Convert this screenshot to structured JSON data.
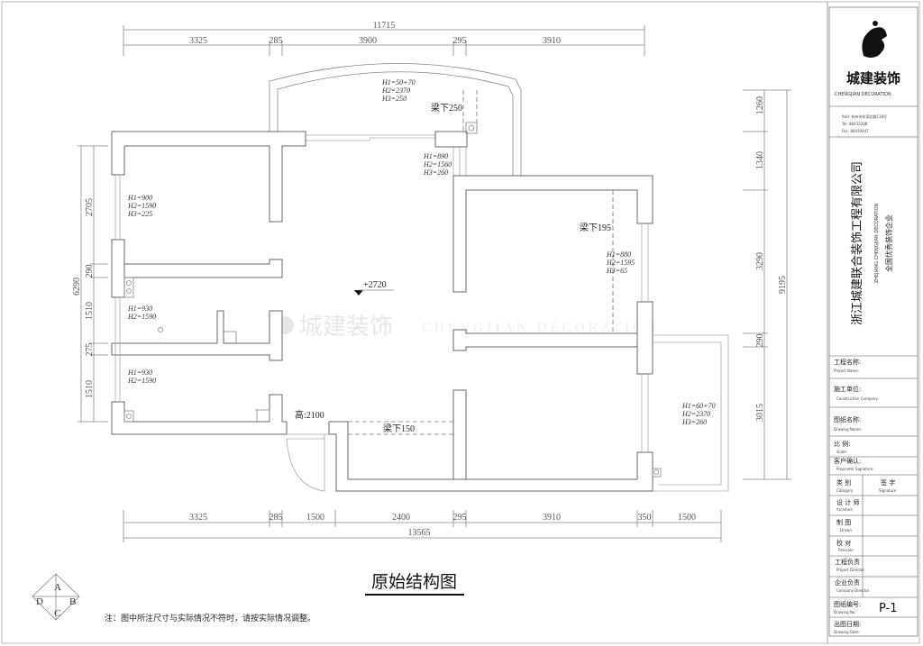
{
  "plan": {
    "title": "原始结构图",
    "note": "注：图中所注尺寸与实际情况不符时，请按实际情况调整。",
    "elevation": "+2720",
    "watermark_cn": "城建装饰",
    "watermark_en": "CHENGJIAN DECORATION",
    "compass": [
      "A",
      "B",
      "C",
      "D"
    ],
    "top_total": "11715",
    "top_dims": [
      "3325",
      "285",
      "3900",
      "295",
      "3910"
    ],
    "bottom_total": "13565",
    "bottom_dims": [
      "3325",
      "285",
      "1500",
      "2400",
      "295",
      "3910",
      "350",
      "1500"
    ],
    "right_total": "9195",
    "right_dims": [
      "1260",
      "1340",
      "3290",
      "290",
      "3015"
    ],
    "left_total": "6290",
    "left_dims": [
      "2705",
      "290",
      "1510",
      "275",
      "1510"
    ],
    "annotations": {
      "balcony_top": [
        "H1=50+70",
        "H2=2370",
        "H3=250"
      ],
      "beam250": "梁下250",
      "win_890": [
        "H1=890",
        "H2=1560",
        "H3=260"
      ],
      "win_900": [
        "H1=900",
        "H2=1590",
        "H3=225"
      ],
      "beam195": "梁下195",
      "win_880": [
        "H1=880",
        "H2=1595",
        "H3=65"
      ],
      "win_930a": [
        "H1=930",
        "H2=1590"
      ],
      "win_930b": [
        "H1=930",
        "H2=1590"
      ],
      "door_height": "高:2100",
      "beam150": "梁下150",
      "balcony_right": [
        "H1=60+70",
        "H2=2370",
        "H3=260"
      ]
    }
  },
  "title_block": {
    "logo_cn": "城建装饰",
    "logo_en": "CHENGJIAN  DECORATION",
    "add": "Add: 杭州市秋涛北路118号",
    "tel": "Tel: 86433208",
    "fax": "Fax: 86039447",
    "company": "浙江城建联合装饰工程有限公司",
    "company_en": "ZHEJIANG CHENGJIAN DECORATION",
    "slogan": "全国优秀装饰企业",
    "rows": [
      {
        "cn": "工程名称:",
        "en": "Project Name:"
      },
      {
        "cn": "施工单位:",
        "en": "Construction Company:"
      },
      {
        "cn": "图纸名称:",
        "en": "Drawing Name:"
      },
      {
        "cn": "比  例:",
        "en": "Scale:"
      },
      {
        "cn": "客户确认:",
        "en": "Proprietor Signature:"
      }
    ],
    "category": {
      "cn": "类  别",
      "en": "Category"
    },
    "signature": {
      "cn": "签  字",
      "en": "Signature"
    },
    "roles": [
      {
        "cn": "设 计 师",
        "en": "Architect"
      },
      {
        "cn": "制  图",
        "en": "Drawn"
      },
      {
        "cn": "校  对",
        "en": "Revision"
      },
      {
        "cn": "工程负责",
        "en": "Project Director"
      },
      {
        "cn": "企业负责",
        "en": "Company Director"
      }
    ],
    "drawing_no": {
      "cn": "图纸编号:",
      "en": "Drawing No.:",
      "value": "P-1"
    },
    "date": {
      "cn": "出图日期:",
      "en": "Drawing Date:"
    }
  }
}
